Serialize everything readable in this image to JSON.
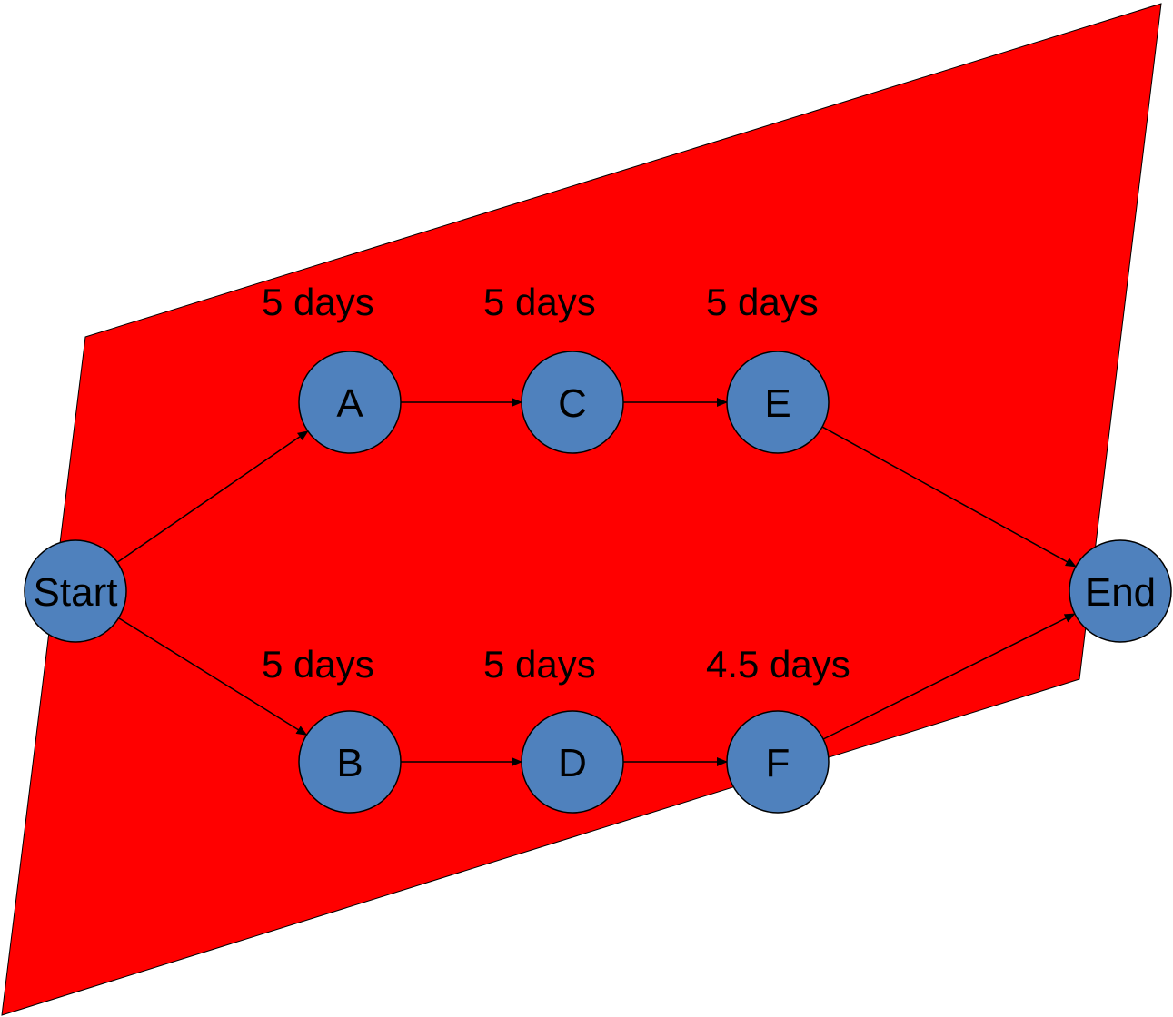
{
  "colors": {
    "background_shape": "#ff0000",
    "node_fill": "#4f81bd",
    "node_stroke": "#000000",
    "edge": "#000000",
    "page": "#ffffff"
  },
  "nodes": {
    "start": "Start",
    "a": "A",
    "b": "B",
    "c": "C",
    "d": "D",
    "e": "E",
    "f": "F",
    "end": "End"
  },
  "durations": {
    "a": "5 days",
    "c": "5 days",
    "e": "5 days",
    "b": "5 days",
    "d": "5 days",
    "f": "4.5 days"
  },
  "edges": [
    [
      "start",
      "a"
    ],
    [
      "start",
      "b"
    ],
    [
      "a",
      "c"
    ],
    [
      "c",
      "e"
    ],
    [
      "e",
      "end"
    ],
    [
      "b",
      "d"
    ],
    [
      "d",
      "f"
    ],
    [
      "f",
      "end"
    ]
  ]
}
